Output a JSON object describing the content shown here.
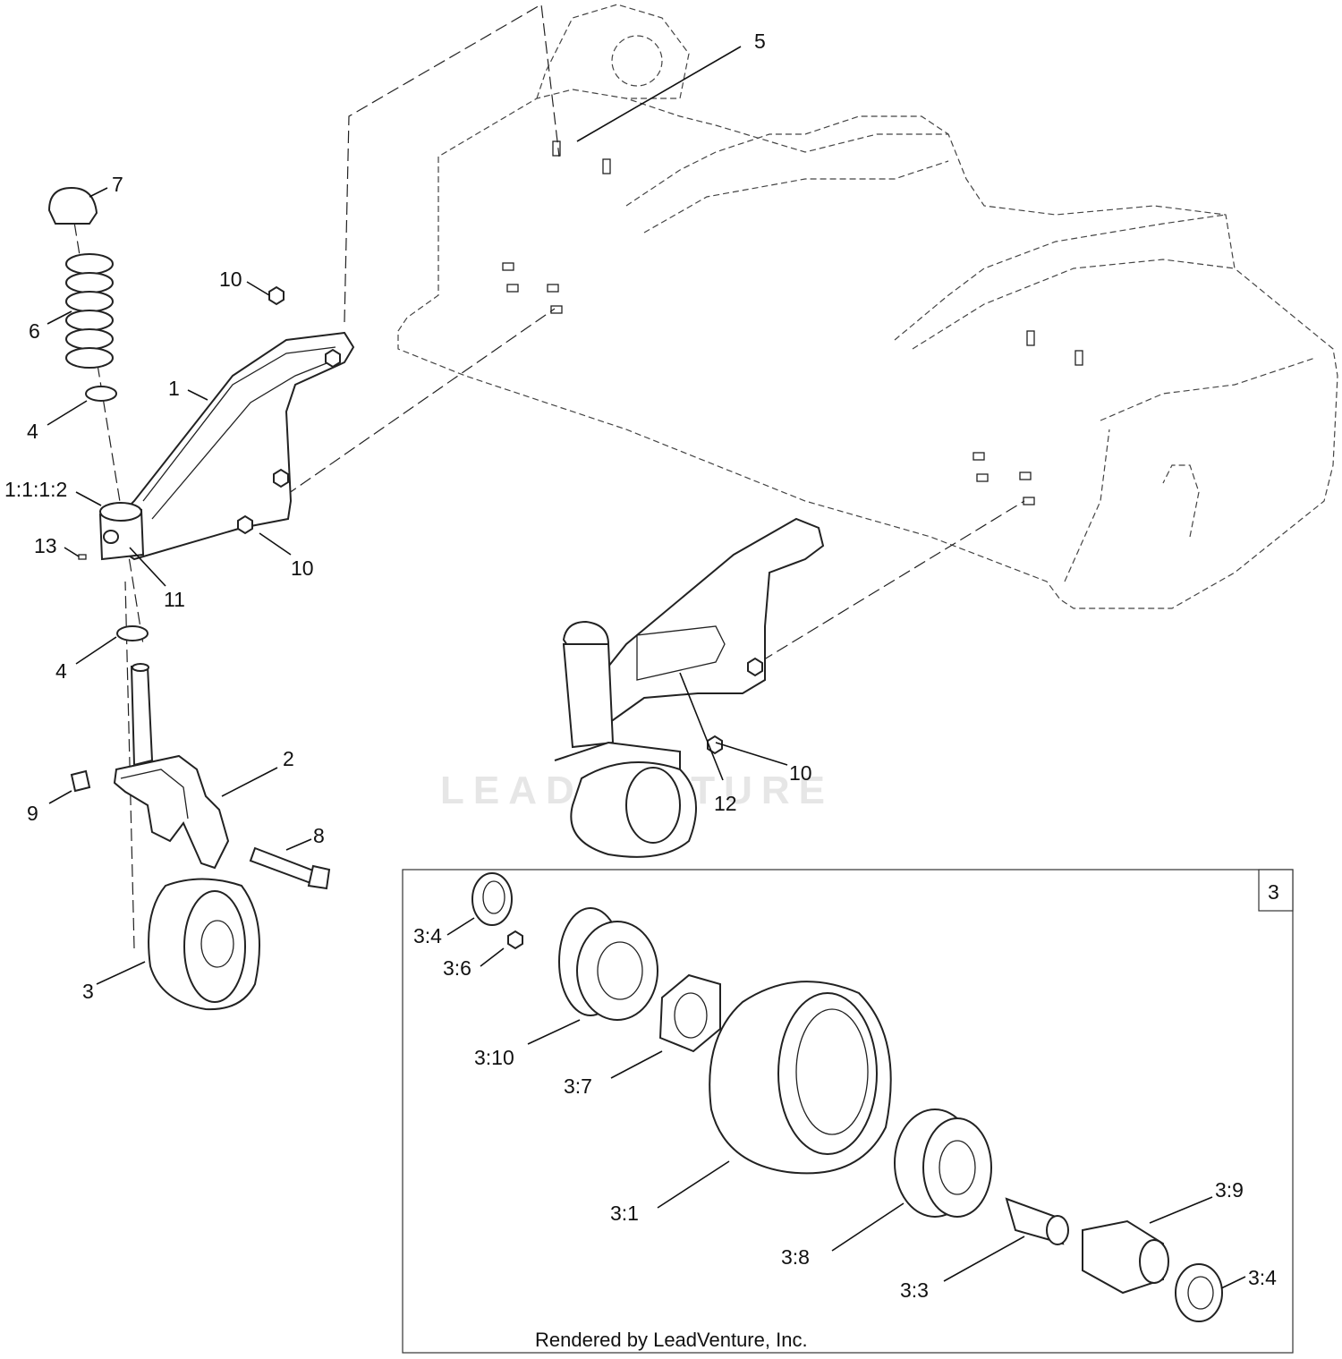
{
  "watermark": "LEADVENTURE",
  "credit": "Rendered by LeadVenture, Inc.",
  "inset_label": "3",
  "callouts": {
    "c1": "1",
    "c1112": "1:1:1:2",
    "c2": "2",
    "c3": "3",
    "c4a": "4",
    "c4b": "4",
    "c5": "5",
    "c6": "6",
    "c7": "7",
    "c8": "8",
    "c9": "9",
    "c10a": "10",
    "c10b": "10",
    "c10c": "10",
    "c11": "11",
    "c12": "12",
    "c13": "13",
    "c31": "3:1",
    "c33": "3:3",
    "c34a": "3:4",
    "c34b": "3:4",
    "c36": "3:6",
    "c37": "3:7",
    "c38": "3:8",
    "c39": "3:9",
    "c310": "3:10"
  }
}
